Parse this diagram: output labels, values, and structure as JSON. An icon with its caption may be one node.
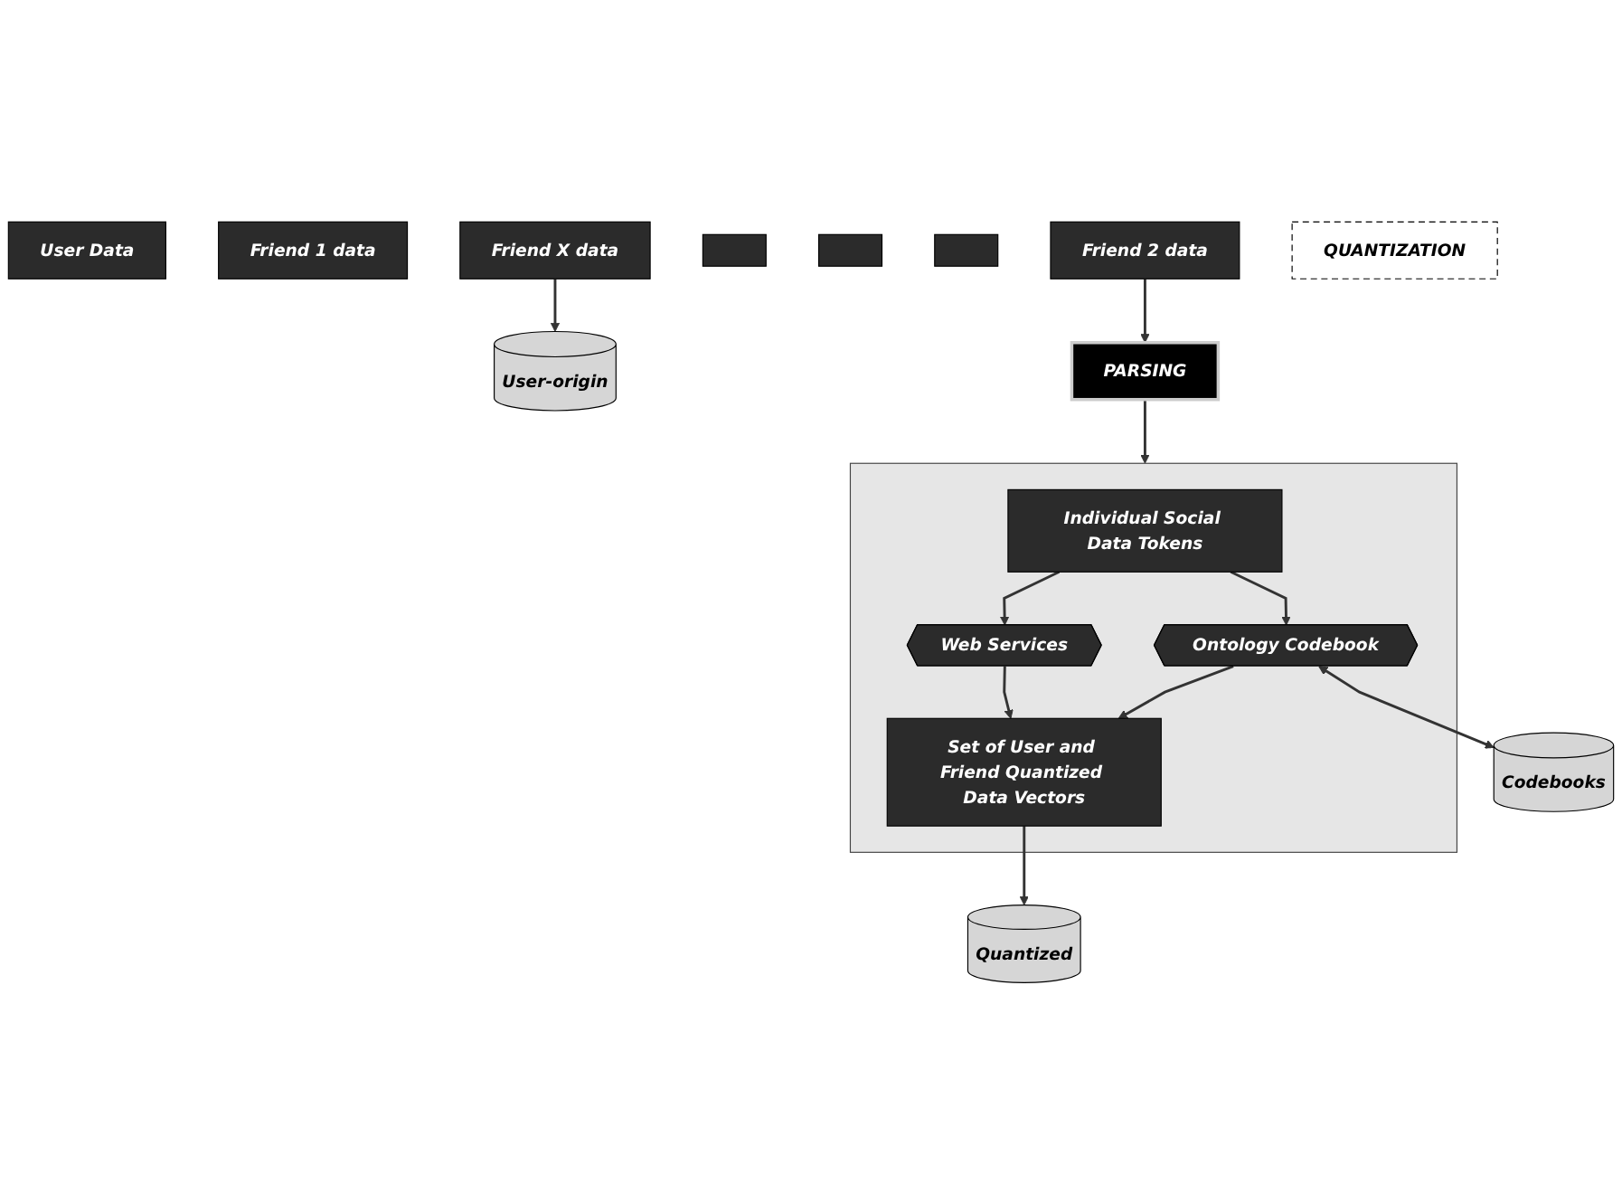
{
  "diagram": {
    "nodes": [
      {
        "text": [
          "User Data"
        ]
      },
      {
        "text": [
          "Friend 1 data"
        ]
      },
      {
        "text": [
          "Friend 2 data"
        ]
      },
      {
        "text": [],
        "shape": "box"
      },
      {
        "text": [],
        "shape": "box"
      },
      {
        "text": [],
        "shape": "box"
      },
      {
        "text": [
          "Friend X data"
        ]
      },
      {
        "text": [
          "User-origin"
        ]
      },
      {
        "text": [
          "PARSING"
        ]
      },
      {
        "text": [],
        "shape": "box"
      },
      {
        "text": [
          "Individual Social Data Tokens"
        ],
        "in": 9
      },
      {
        "text": [
          "QUANTIZATION"
        ]
      },
      {
        "text": [
          "Web Services"
        ],
        "in": 9
      },
      {
        "text": [
          "Ontology Codebook"
        ],
        "in": 9
      },
      {
        "text": [
          "Codebooks"
        ]
      },
      {
        "text": [
          "Set of User and Friend Quantized Data Vectors"
        ],
        "in": 9
      },
      {
        "text": [
          "Quantized"
        ]
      }
    ],
    "edges": [
      {
        "from": 6,
        "to": 7,
        "arrow": "to"
      },
      {
        "from": 2,
        "to": 8,
        "arrow": "to"
      },
      {
        "from": 8,
        "to": 9,
        "arrow": "to"
      },
      {
        "from": 10,
        "to": 12,
        "arrow": "to"
      },
      {
        "from": 10,
        "to": 13,
        "arrow": "to"
      },
      {
        "from": 13,
        "to": 14,
        "arrow": "both"
      },
      {
        "from": 12,
        "to": 15,
        "arrow": "to"
      },
      {
        "from": 13,
        "to": 15,
        "arrow": "to"
      },
      {
        "from": 15,
        "to": 16,
        "arrow": "to"
      }
    ]
  }
}
